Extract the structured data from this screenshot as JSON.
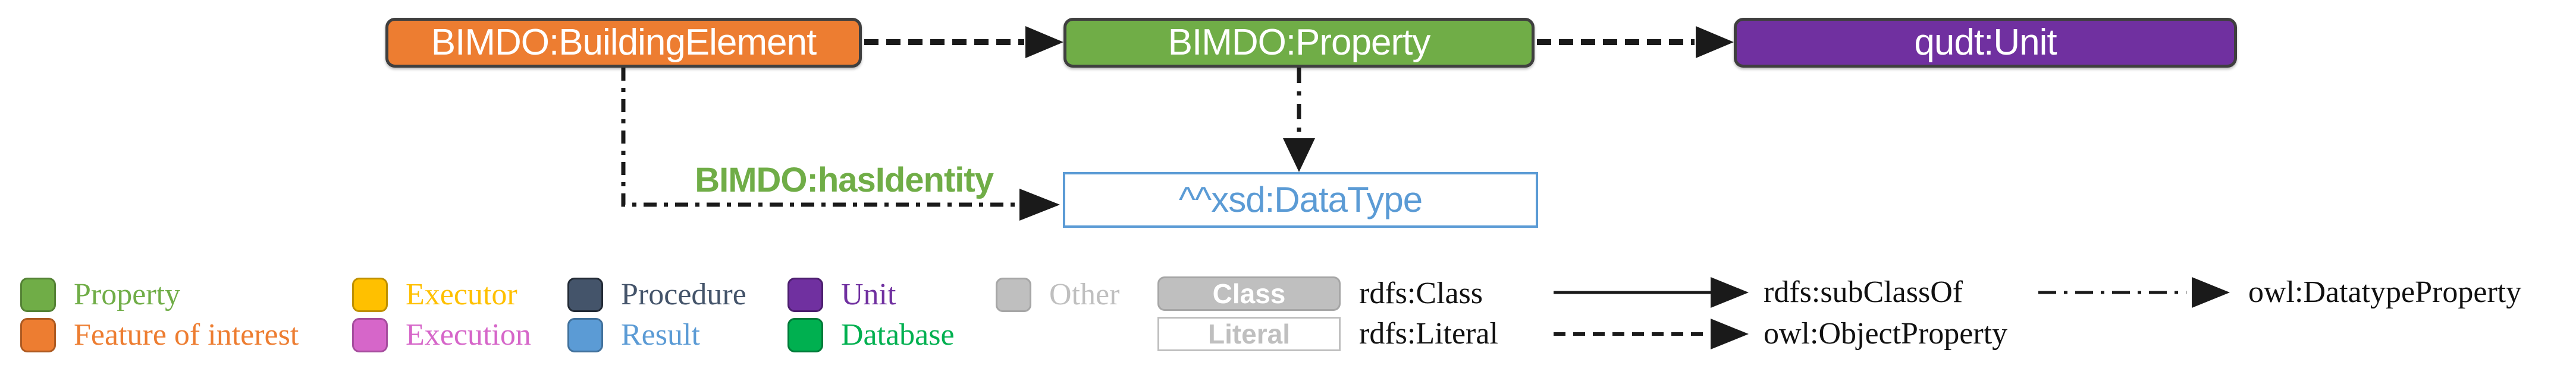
{
  "colors": {
    "feature_of_interest": "#ED7D31",
    "property": "#70AD47",
    "unit": "#7030A0",
    "result_blue": "#5B9BD5",
    "executor": "#FFC000",
    "execution": "#D666C9",
    "procedure": "#44546A",
    "database": "#00B050",
    "other": "#BFBFBF",
    "connector": "#1a1a1a"
  },
  "diagram": {
    "nodes": {
      "building_element": "BIMDO:BuildingElement",
      "property": "BIMDO:Property",
      "unit": "qudt:Unit",
      "datatype": "^^xsd:DataType"
    },
    "edge_labels": {
      "has_identity": "BIMDO:hasIdentity"
    }
  },
  "legend": {
    "swatches": [
      {
        "label": "Property",
        "color": "#70AD47"
      },
      {
        "label": "Feature of interest",
        "color": "#ED7D31"
      },
      {
        "label": "Executor",
        "color": "#FFC000"
      },
      {
        "label": "Execution",
        "color": "#D666C9"
      },
      {
        "label": "Procedure",
        "color": "#44546A"
      },
      {
        "label": "Result",
        "color": "#5B9BD5"
      },
      {
        "label": "Unit",
        "color": "#7030A0"
      },
      {
        "label": "Database",
        "color": "#00B050"
      },
      {
        "label": "Other",
        "color": "#BFBFBF"
      }
    ],
    "node_types": [
      {
        "box": "Class",
        "label": "rdfs:Class"
      },
      {
        "box": "Literal",
        "label": "rdfs:Literal"
      }
    ],
    "edge_types": [
      {
        "style": "solid",
        "label": "rdfs:subClassOf"
      },
      {
        "style": "dashed",
        "label": "owl:ObjectProperty"
      },
      {
        "style": "dash-dot",
        "label": "owl:DatatypeProperty"
      }
    ]
  }
}
